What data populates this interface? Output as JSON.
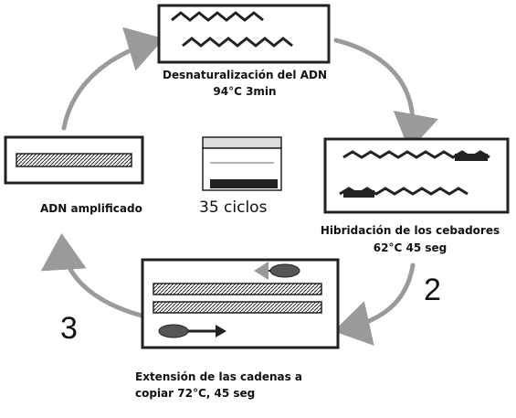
{
  "steps": {
    "denaturation": {
      "title": "Desnaturalización del ADN",
      "condition": "94°C  3min"
    },
    "annealing": {
      "title": "Hibridación de los cebadores",
      "condition": "62°C 45 seg",
      "number": "2"
    },
    "extension": {
      "title": "Extensión de las cadenas a",
      "condition": "copiar 72°C, 45 seg",
      "number": "3"
    },
    "amplified": {
      "title": "ADN amplificado"
    }
  },
  "center": {
    "cycles": "35 ciclos"
  },
  "colors": {
    "ink": "#111111",
    "arrow": "#9a9a9a",
    "frame": "#222222"
  },
  "icons": [
    "dna-strand-icon",
    "thermal-cycler-icon",
    "polymerase-icon",
    "arrow-icon"
  ]
}
